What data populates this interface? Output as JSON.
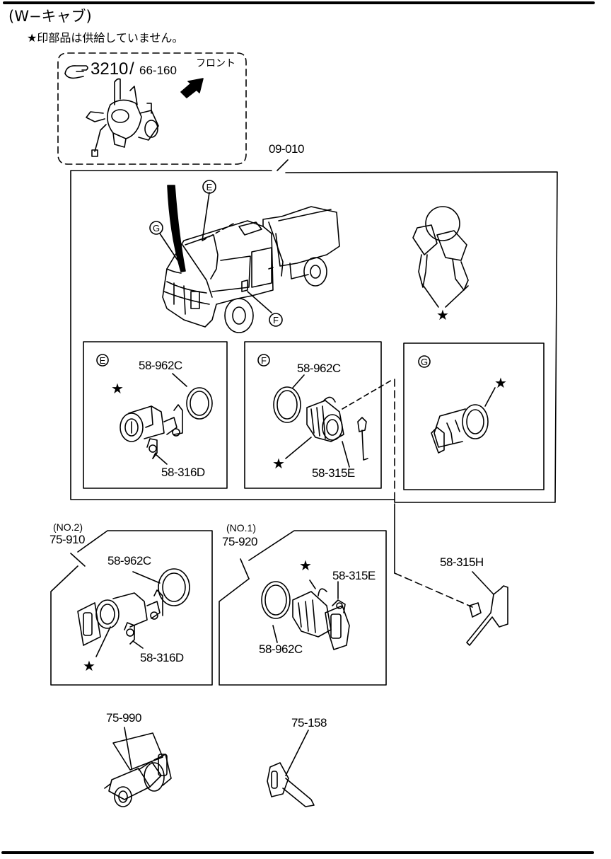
{
  "header": {
    "title": "(W−キャブ)",
    "note": "★印部品は供給していません。"
  },
  "reference": {
    "main_number": "3210",
    "separator": "/",
    "sub_number": "66-160",
    "direction_label": "フロント"
  },
  "callouts": {
    "assembly": "09-010",
    "circle_e": "E",
    "circle_f": "F",
    "circle_g": "G",
    "star": "★"
  },
  "panel_e": {
    "label": "E",
    "gasket": "58-962C",
    "clip": "58-316D"
  },
  "panel_f": {
    "label": "F",
    "gasket": "58-962C",
    "rod": "58-315E"
  },
  "panel_g": {
    "label": "G"
  },
  "set_no2": {
    "no": "(NO.2)",
    "part": "75-910",
    "gasket": "58-962C",
    "clip": "58-316D"
  },
  "set_no1": {
    "no": "(NO.1)",
    "part": "75-920",
    "rod": "58-315E",
    "gasket": "58-962C"
  },
  "loose_parts": {
    "rod_h": "58-315H",
    "cylinder_set": "75-990",
    "blank_key": "75-158"
  }
}
